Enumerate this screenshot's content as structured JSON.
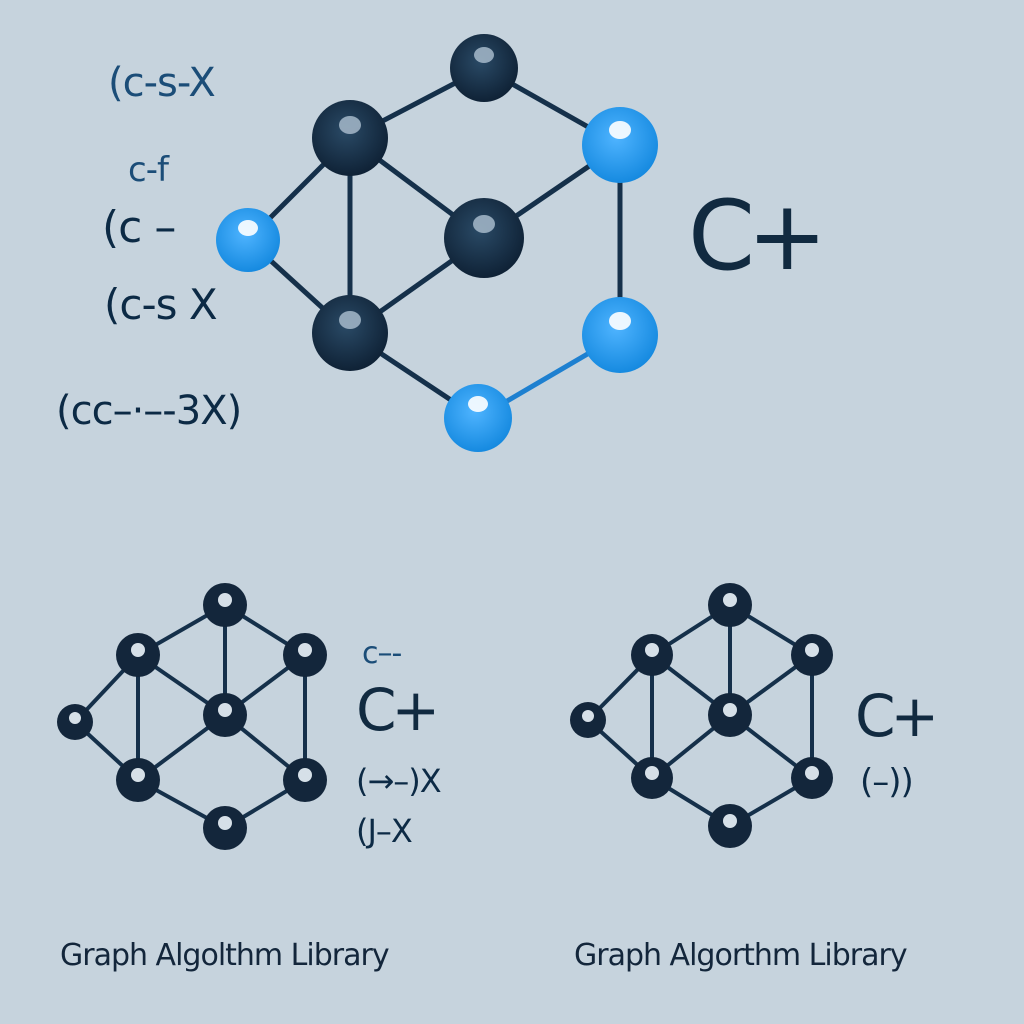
{
  "colors": {
    "background": "#c6d3dd",
    "node_dark": "#13263b",
    "node_blue": "#1e90e6",
    "edge": "#15304a",
    "text": "#112a40"
  },
  "top_logo": {
    "side_labels": [
      "(c-s-X",
      "c-f",
      "(c –",
      "(c-s X",
      "(cc–·–-3X)"
    ],
    "brand": "C+"
  },
  "bottom_left_logo": {
    "labels": [
      "c–-",
      "C+",
      "(→–)X",
      "(J–X"
    ],
    "caption": "Graph Algolthm Library"
  },
  "bottom_right_logo": {
    "labels": [
      "C+",
      "(–))"
    ],
    "caption": "Graph Algorthm Library"
  }
}
